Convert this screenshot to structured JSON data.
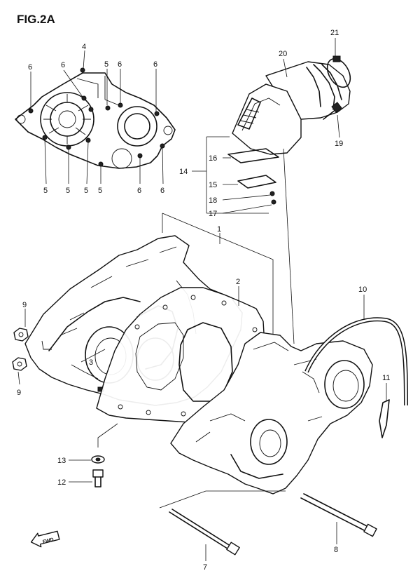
{
  "figure": {
    "title": "FIG.2A"
  },
  "arrow": {
    "label": "FWD"
  },
  "callouts": [
    {
      "id": "c-6-a",
      "text": "6"
    },
    {
      "id": "c-4",
      "text": "4"
    },
    {
      "id": "c-6-b",
      "text": "6"
    },
    {
      "id": "c-5-a",
      "text": "5"
    },
    {
      "id": "c-6-c",
      "text": "6"
    },
    {
      "id": "c-6-d",
      "text": "6"
    },
    {
      "id": "c-5-b",
      "text": "5"
    },
    {
      "id": "c-5-c",
      "text": "5"
    },
    {
      "id": "c-5-d",
      "text": "5"
    },
    {
      "id": "c-5-e",
      "text": "5"
    },
    {
      "id": "c-6-e",
      "text": "6"
    },
    {
      "id": "c-6-f",
      "text": "6"
    },
    {
      "id": "c-21",
      "text": "21"
    },
    {
      "id": "c-20",
      "text": "20"
    },
    {
      "id": "c-19",
      "text": "19"
    },
    {
      "id": "c-14",
      "text": "14"
    },
    {
      "id": "c-16",
      "text": "16"
    },
    {
      "id": "c-15",
      "text": "15"
    },
    {
      "id": "c-18",
      "text": "18"
    },
    {
      "id": "c-17",
      "text": "17"
    },
    {
      "id": "c-1",
      "text": "1"
    },
    {
      "id": "c-2",
      "text": "2"
    },
    {
      "id": "c-10",
      "text": "10"
    },
    {
      "id": "c-9-a",
      "text": "9"
    },
    {
      "id": "c-9-b",
      "text": "9"
    },
    {
      "id": "c-3",
      "text": "3"
    },
    {
      "id": "c-11",
      "text": "11"
    },
    {
      "id": "c-13",
      "text": "13"
    },
    {
      "id": "c-12",
      "text": "12"
    },
    {
      "id": "c-8",
      "text": "8"
    },
    {
      "id": "c-7",
      "text": "7"
    }
  ]
}
